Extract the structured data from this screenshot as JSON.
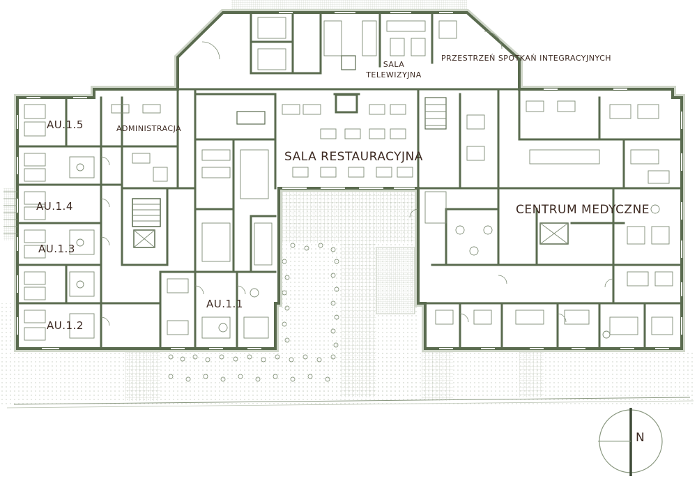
{
  "title": "Floor plan",
  "labels": {
    "au_1_5": "AU.1.5",
    "administracja": "ADMINISTRACJA",
    "au_1_4": "AU.1.4",
    "au_1_3": "AU.1.3",
    "au_1_2": "AU.1.2",
    "au_1_1": "AU.1.1",
    "sala_line1": "SALA",
    "sala_line2": "TELEWIZYJNA",
    "przestrzen": "PRZESTRZEŃ SPOTKAŃ INTEGRACYJNYCH",
    "restauracyjna": "SALA RESTAURACYJNA",
    "centrum": "CENTRUM MEDYCZNE",
    "compass_letter": "N"
  },
  "colors": {
    "wall": "#5a6b4f",
    "wall_light": "#8a9880",
    "detail": "#7d8b74",
    "paving": "#e7ebe3",
    "text": "#3d2a22"
  },
  "icons": {
    "compass": "north-arrow-icon"
  }
}
